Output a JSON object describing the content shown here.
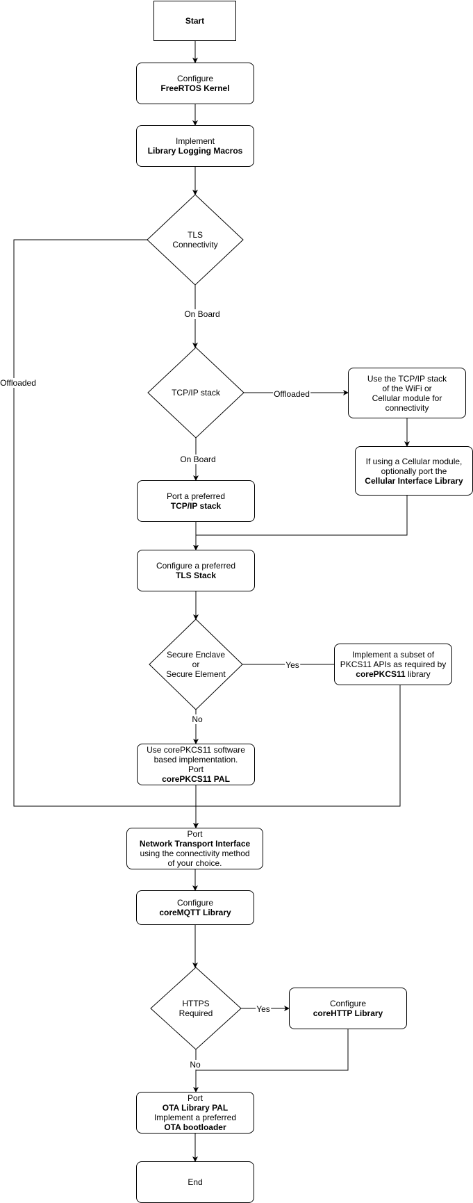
{
  "nodes": {
    "start": {
      "lines": [
        {
          "text": "Start",
          "bold": true
        }
      ]
    },
    "configure_kernel": {
      "lines": [
        {
          "text": "Configure",
          "bold": false
        },
        {
          "text": "FreeRTOS Kernel",
          "bold": true
        }
      ]
    },
    "logging_macros": {
      "lines": [
        {
          "text": "Implement",
          "bold": false
        },
        {
          "text": "Library Logging Macros",
          "bold": true
        }
      ]
    },
    "tls_connectivity": {
      "lines": [
        {
          "text": "TLS",
          "bold": false
        },
        {
          "text": "Connectivity",
          "bold": false
        }
      ]
    },
    "tcpip_stack": {
      "lines": [
        {
          "text": "TCP/IP stack",
          "bold": false
        }
      ]
    },
    "use_module_stack": {
      "lines": [
        {
          "text": "Use the TCP/IP stack",
          "bold": false
        },
        {
          "text": "of the WiFi or",
          "bold": false
        },
        {
          "text": "Cellular module for",
          "bold": false
        },
        {
          "text": "connectivity",
          "bold": false
        }
      ]
    },
    "cellular_interface": {
      "lines": [
        {
          "text": "If using a Cellular module,",
          "bold": false
        },
        {
          "text": "optionally port the",
          "bold": false
        },
        {
          "text": "Cellular Interface Library",
          "bold": true
        }
      ]
    },
    "port_tcpip": {
      "lines": [
        {
          "text": "Port a preferred",
          "bold": false
        },
        {
          "text": "TCP/IP stack",
          "bold": true
        }
      ]
    },
    "configure_tls": {
      "lines": [
        {
          "text": "Configure a preferred",
          "bold": false
        },
        {
          "text": "TLS Stack",
          "bold": true
        }
      ]
    },
    "secure_element": {
      "lines": [
        {
          "text": "Secure Enclave",
          "bold": false
        },
        {
          "text": "or",
          "bold": false
        },
        {
          "text": "Secure Element",
          "bold": false
        }
      ]
    },
    "pkcs11_subset": {
      "lines": [
        {
          "text": "Implement a subset of",
          "bold": false
        },
        {
          "text": "PKCS11 APIs as required by",
          "bold": false
        },
        {
          "text": "corePKCS11 library",
          "bold": true,
          "normal_suffix": " library",
          "bold_part": "corePKCS11"
        }
      ]
    },
    "pkcs11_pal": {
      "lines": [
        {
          "text": "Use corePKCS11 software",
          "bold": false
        },
        {
          "text": "based implementation.",
          "bold": false
        },
        {
          "text": "Port",
          "bold": false
        },
        {
          "text": "corePKCS11 PAL",
          "bold": true
        }
      ]
    },
    "network_transport": {
      "lines": [
        {
          "text": "Port",
          "bold": false
        },
        {
          "text": "Network Transport Interface",
          "bold": true
        },
        {
          "text": "using the connectivity method",
          "bold": false
        },
        {
          "text": "of your choice.",
          "bold": false
        }
      ]
    },
    "coremqtt": {
      "lines": [
        {
          "text": "Configure",
          "bold": false
        },
        {
          "text": "coreMQTT Library",
          "bold": true
        }
      ]
    },
    "https_required": {
      "lines": [
        {
          "text": "HTTPS",
          "bold": false
        },
        {
          "text": "Required",
          "bold": false
        }
      ]
    },
    "corehttp": {
      "lines": [
        {
          "text": "Configure",
          "bold": false
        },
        {
          "text": "coreHTTP Library",
          "bold": true
        }
      ]
    },
    "ota": {
      "lines": [
        {
          "text": "Port",
          "bold": false
        },
        {
          "text": "OTA Library PAL",
          "bold": true
        },
        {
          "text": "Implement a preferred",
          "bold": false
        },
        {
          "text": "OTA bootloader",
          "bold": true
        }
      ]
    },
    "end": {
      "lines": [
        {
          "text": "End",
          "bold": false
        }
      ]
    }
  },
  "edge_labels": {
    "tls_offloaded": "Offloaded",
    "tls_onboard": "On Board",
    "tcp_offloaded": "Offloaded",
    "tcp_onboard": "On Board",
    "secure_yes": "Yes",
    "secure_no": "No",
    "https_yes": "Yes",
    "https_no": "No"
  }
}
